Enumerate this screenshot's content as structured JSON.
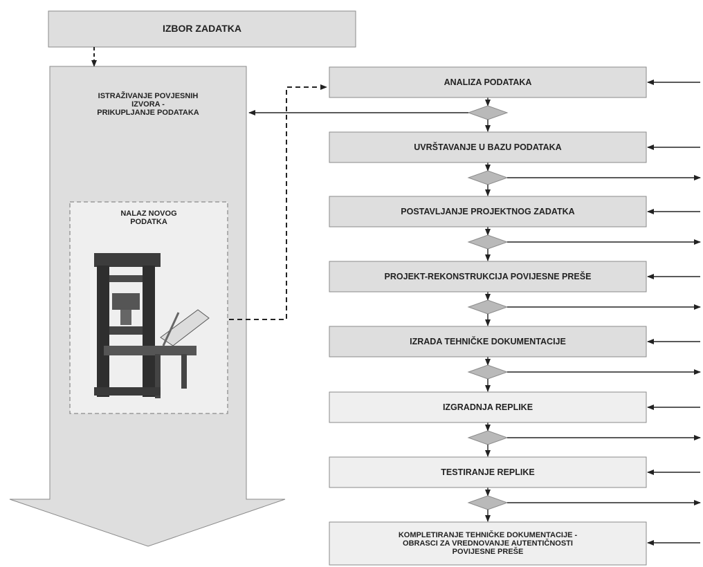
{
  "diagram": {
    "top_box": "IZBOR ZADATKA",
    "left_column_title": "ISTRAŽIVANJE POVJESNIH\nIZVORA -\nPRIKUPLJANJE PODATAKA",
    "discovery_box": "NALAZ NOVOG\nPODATKA",
    "discovery_image_icon": "historic-printing-press-picture",
    "steps": [
      "ANALIZA PODATAKA",
      "UVRŠTAVANJE U BAZU PODATAKA",
      "POSTAVLJANJE PROJEKTNOG ZADATKA",
      "PROJEKT-REKONSTRUKCIJA POVIJESNE PREŠE",
      "IZRADA TEHNIČKE DOKUMENTACIJE",
      "IZGRADNJA REPLIKE",
      "TESTIRANJE REPLIKE",
      "KOMPLETIRANJE TEHNIČKE DOKUMENTACIJE -\nOBRASCI ZA VREDNOVANJE AUTENTIČNOSTI\nPOVIJESNE PREŠE"
    ],
    "colors": {
      "box_dark": "#dedede",
      "box_light": "#efefef",
      "stroke": "#8a8a8a",
      "arrow": "#222222",
      "diamond": "#b9b9b9"
    }
  }
}
